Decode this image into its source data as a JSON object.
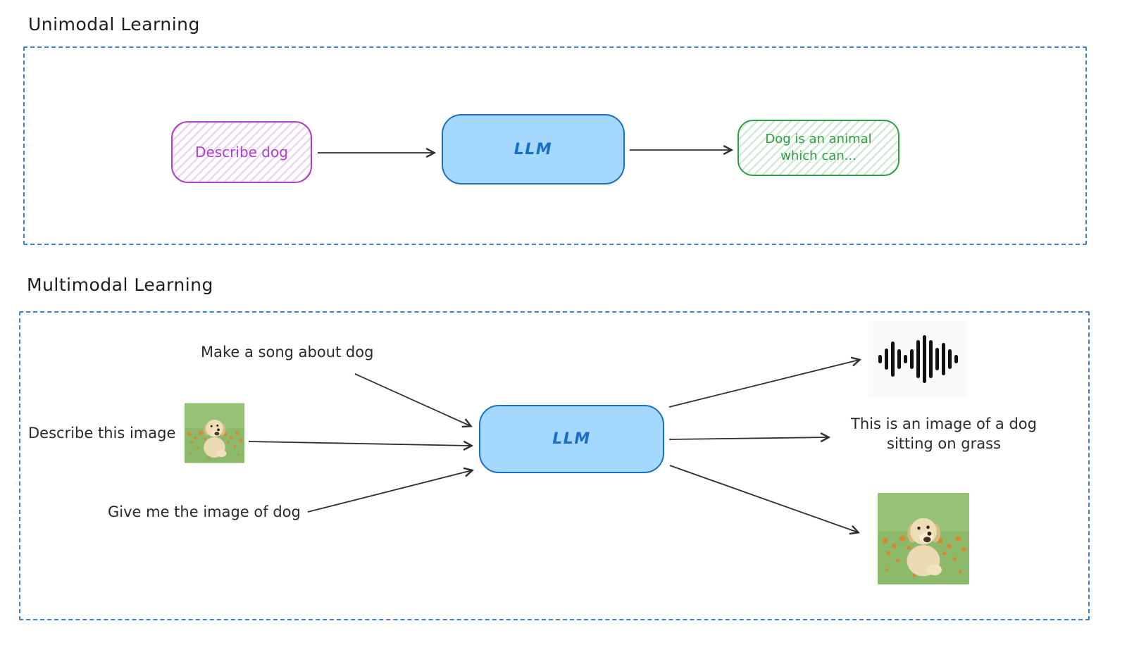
{
  "unimodal": {
    "title": "Unimodal Learning",
    "input_box": {
      "label": "Describe dog"
    },
    "llm_box": {
      "label": "LLM"
    },
    "output_box": {
      "label": "Dog is an animal which can..."
    }
  },
  "multimodal": {
    "title": "Multimodal Learning",
    "inputs": [
      {
        "id": "song-prompt",
        "label": "Make a song about dog"
      },
      {
        "id": "describe-image-prompt",
        "label": "Describe this image",
        "attachment_icon": "dog-photo"
      },
      {
        "id": "generate-image-prompt",
        "label": "Give me the image of dog"
      }
    ],
    "llm_box": {
      "label": "LLM"
    },
    "outputs": [
      {
        "id": "audio-output",
        "icon": "audio-waveform-icon"
      },
      {
        "id": "text-output",
        "label": "This is an image of a dog sitting on grass"
      },
      {
        "id": "image-output",
        "icon": "dog-photo"
      }
    ]
  },
  "colors": {
    "frame_dashed_border": "#3d7ed9",
    "purple_stroke": "#ae3ec9",
    "blue_fill": "#a5d8ff",
    "blue_stroke": "#1971c2",
    "green_stroke": "#2f9e44",
    "arrow": "#2f2f2f",
    "text": "#1e1e1e",
    "waveform": "#111111"
  },
  "waveform_bar_heights": [
    12,
    30,
    50,
    28,
    12,
    28,
    54,
    68,
    54,
    32,
    46,
    28,
    12
  ]
}
